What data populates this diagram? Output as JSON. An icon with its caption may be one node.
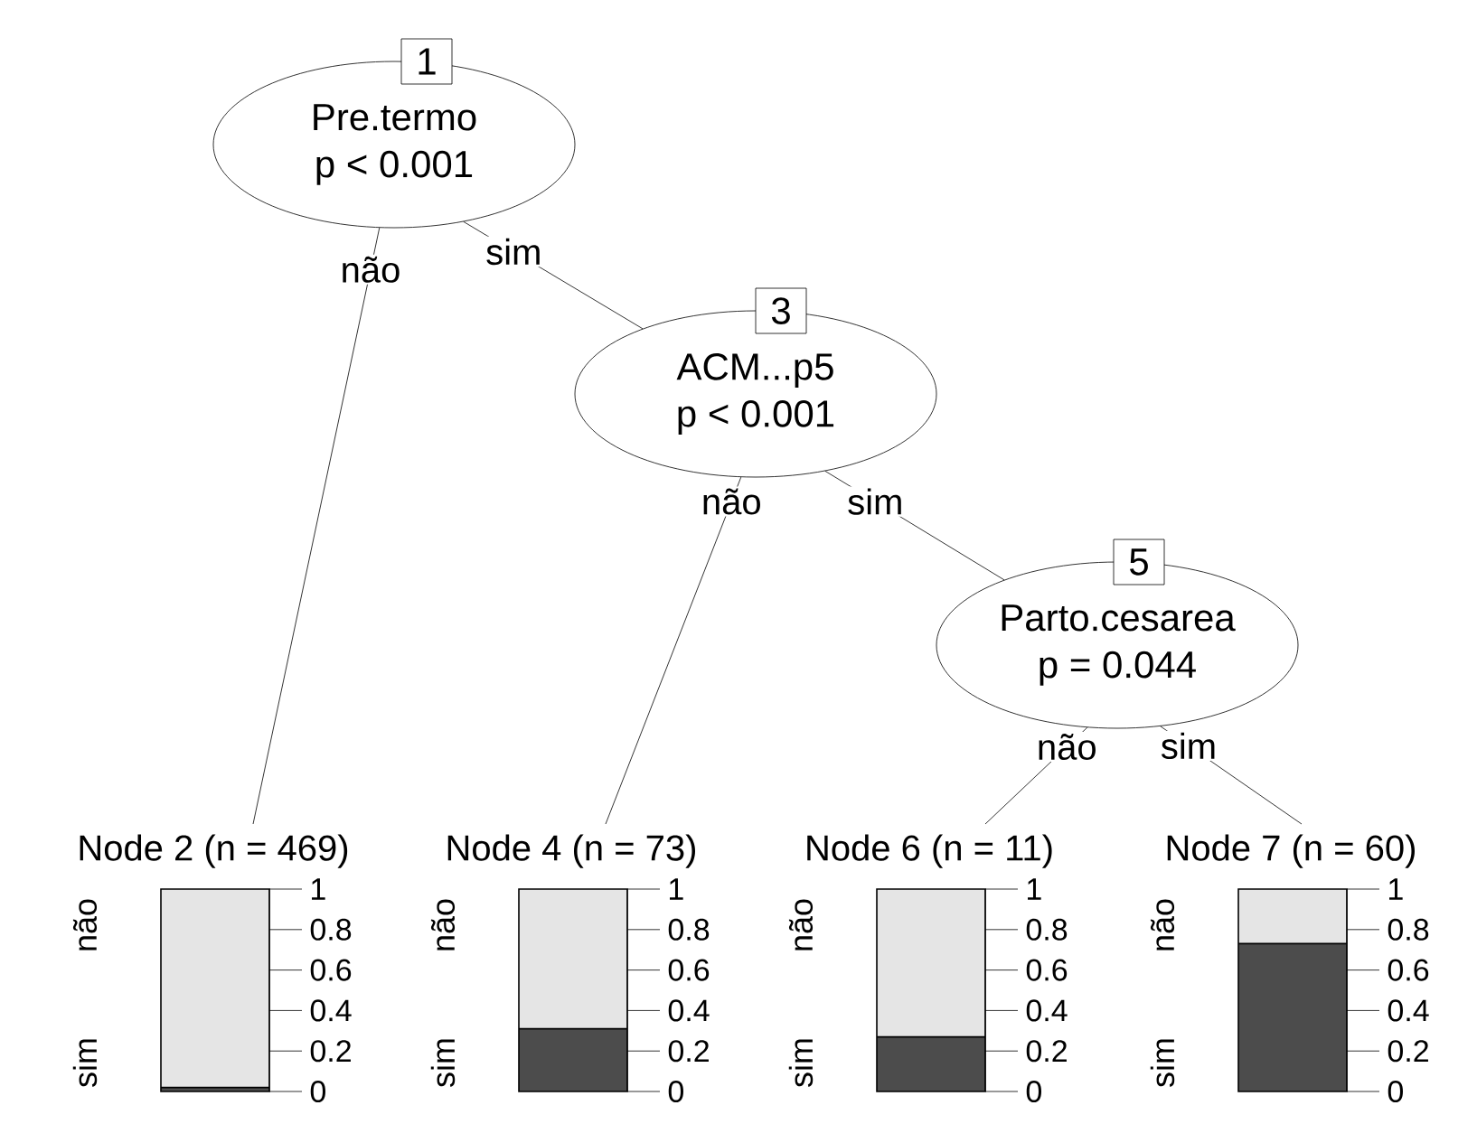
{
  "diagram": {
    "nodes": [
      {
        "text": [
          "1",
          "Pre.termo",
          "p < 0.001"
        ]
      },
      {
        "text": [
          "Node 2 (n = 469)",
          "não",
          "sim",
          "1",
          "0.8",
          "0.6",
          "0.4",
          "0.2",
          "0"
        ]
      },
      {
        "text": [
          "3",
          "ACM...p5",
          "p < 0.001"
        ]
      },
      {
        "text": [
          "Node 4 (n = 73)",
          "não",
          "sim",
          "1",
          "0.8",
          "0.6",
          "0.4",
          "0.2",
          "0"
        ]
      },
      {
        "text": [
          "5",
          "Parto.cesarea",
          "p = 0.044"
        ]
      },
      {
        "text": [
          "Node 6 (n = 11)",
          "não",
          "sim",
          "1",
          "0.8",
          "0.6",
          "0.4",
          "0.2",
          "0"
        ]
      },
      {
        "text": [
          "Node 7 (n = 60)",
          "não",
          "sim",
          "1",
          "0.8",
          "0.6",
          "0.4",
          "0.2",
          "0"
        ]
      }
    ],
    "edges": [
      {
        "from": 0,
        "to": 1,
        "arrow": "none",
        "label": "não"
      },
      {
        "from": 0,
        "to": 2,
        "arrow": "none",
        "label": "sim"
      },
      {
        "from": 2,
        "to": 3,
        "arrow": "none",
        "label": "não"
      },
      {
        "from": 2,
        "to": 4,
        "arrow": "none",
        "label": "sim"
      },
      {
        "from": 4,
        "to": 5,
        "arrow": "none",
        "label": "não"
      },
      {
        "from": 4,
        "to": 6,
        "arrow": "none",
        "label": "sim"
      }
    ]
  }
}
